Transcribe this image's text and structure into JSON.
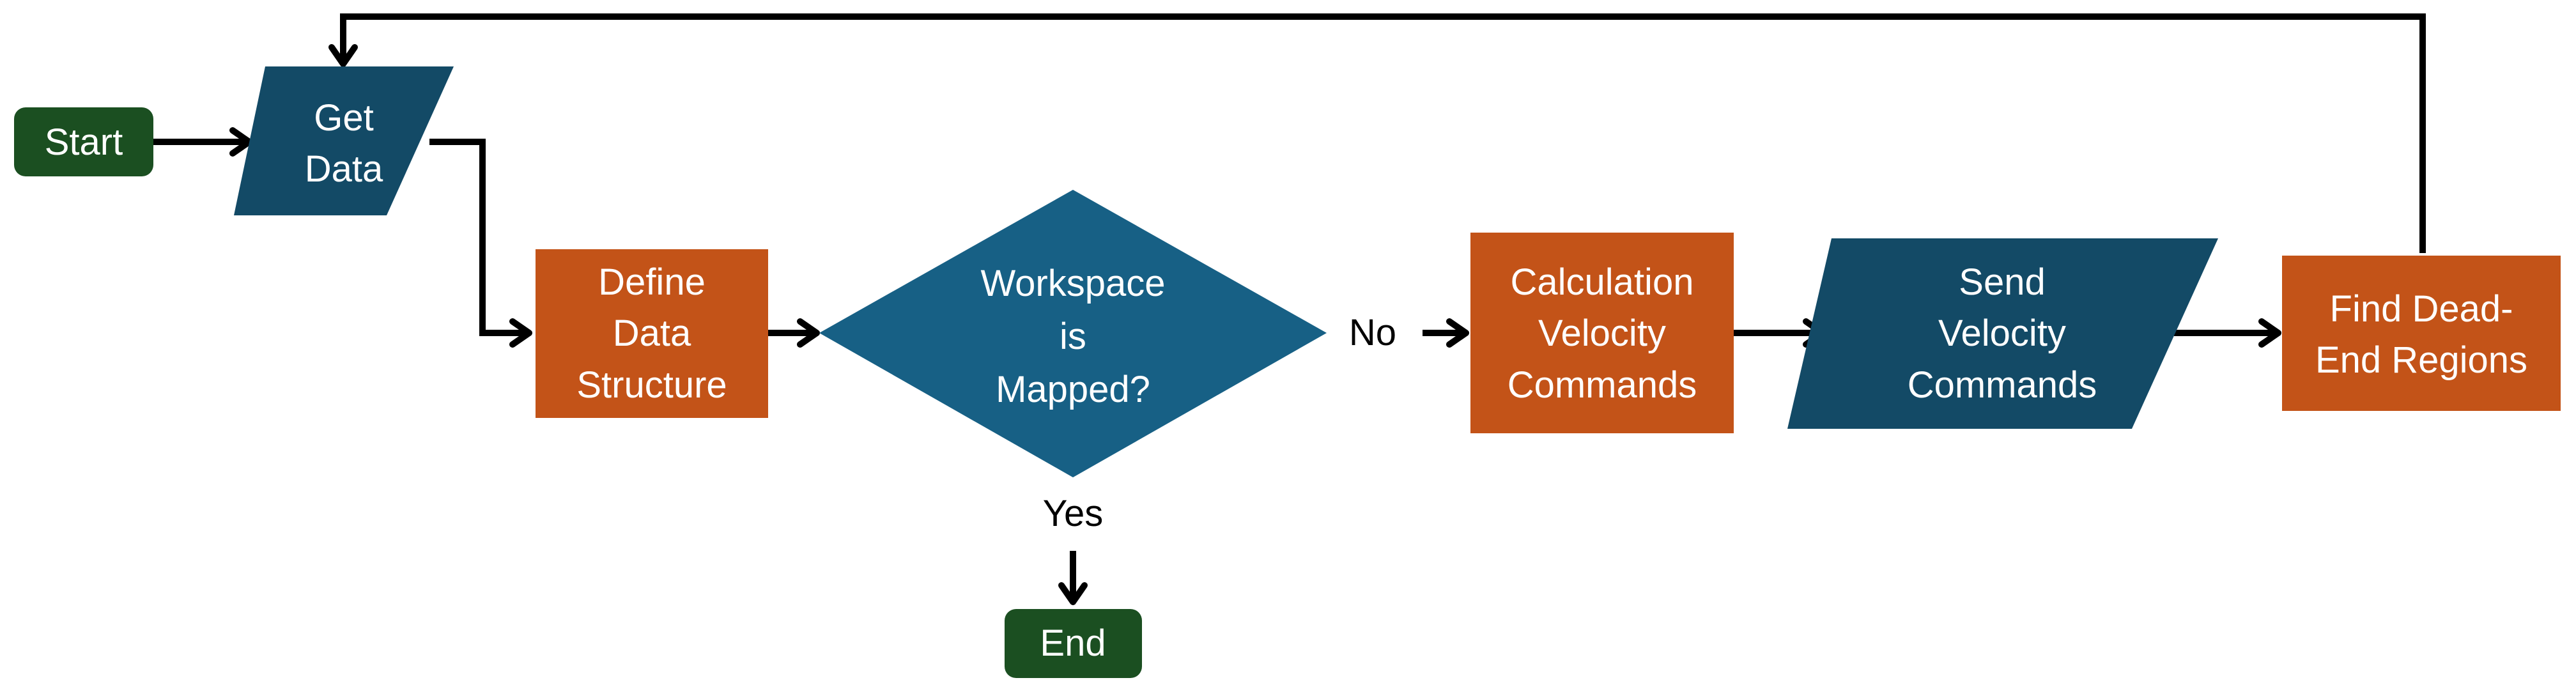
{
  "colors": {
    "terminal": "#1b4f21",
    "data": "#134a66",
    "process": "#c35318",
    "decision": "#176085",
    "connector": "#000000",
    "label_text": "#ffffff",
    "edge_label_text": "#000000"
  },
  "nodes": {
    "start": {
      "shape": "terminal",
      "lines": [
        "Start"
      ]
    },
    "get_data": {
      "shape": "data",
      "lines": [
        "Get",
        "Data"
      ]
    },
    "define_structure": {
      "shape": "process",
      "lines": [
        "Define",
        "Data",
        "Structure"
      ]
    },
    "workspace_mapped": {
      "shape": "decision",
      "lines": [
        "Workspace",
        "is",
        "Mapped?"
      ]
    },
    "calc_velocity": {
      "shape": "process",
      "lines": [
        "Calculation",
        "Velocity",
        "Commands"
      ]
    },
    "send_velocity": {
      "shape": "data",
      "lines": [
        "Send",
        "Velocity",
        "Commands"
      ]
    },
    "find_dead_end": {
      "shape": "process",
      "lines": [
        "Find Dead-",
        "End Regions"
      ]
    },
    "end": {
      "shape": "terminal",
      "lines": [
        "End"
      ]
    }
  },
  "edges": [
    {
      "from": "start",
      "to": "get_data"
    },
    {
      "from": "get_data",
      "to": "define_structure"
    },
    {
      "from": "define_structure",
      "to": "workspace_mapped"
    },
    {
      "from": "workspace_mapped",
      "to": "calc_velocity",
      "label": "No"
    },
    {
      "from": "workspace_mapped",
      "to": "end",
      "label": "Yes"
    },
    {
      "from": "calc_velocity",
      "to": "send_velocity"
    },
    {
      "from": "send_velocity",
      "to": "find_dead_end"
    },
    {
      "from": "find_dead_end",
      "to": "get_data"
    }
  ]
}
